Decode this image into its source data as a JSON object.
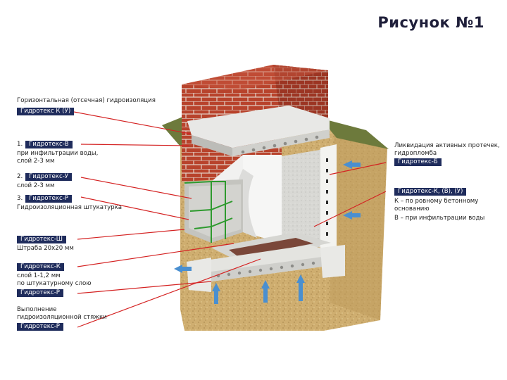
{
  "title": "Рисунок №1",
  "left_labels": {
    "l1": "Горизонтальная (отсечная) гидроизоляция",
    "b1": "Гидротекс К (У)",
    "n1": "1.",
    "b2": "Гидротекс-В",
    "l2a": "при инфильтрации воды,",
    "l2b": "слой 2-3 мм",
    "n2": "2.",
    "b3": "Гидротекс-У",
    "l3": "слой 2-3 мм",
    "n3": "3.",
    "b4": "Гидротекс-Р",
    "l4": "Гидроизоляционная штукатурка",
    "b5": "Гидротекс-Ш",
    "l5": "Штраба 20x20 мм",
    "b6": "Гидротекс-К",
    "l6a": "слой 1-1,2 мм",
    "l6b": "по штукатурному слою",
    "b7": "Гидротекс-Р",
    "l7a": "Выполнение",
    "l7b": "гидроизоляционной стяжки",
    "b8": "Гидротекс-Р"
  },
  "right_labels": {
    "r1a": "Ликвидация активных протечек,",
    "r1b": "гидропломба",
    "b9": "Гидротекс-Б",
    "b10": "Гидротекс-К, (В), (У)",
    "r2a": "К – по ровному бетонному",
    "r2b": "основанию",
    "r2c": "В – при инфильтрации воды"
  },
  "colors": {
    "badge": "#1f2c5c",
    "leader": "#d42222",
    "brick": "#b8432c",
    "soil": "#c9a86a",
    "plaster": "#e6e6e6",
    "waterproof": "#2e9a2e",
    "water_arrow": "#4a8fd0"
  }
}
